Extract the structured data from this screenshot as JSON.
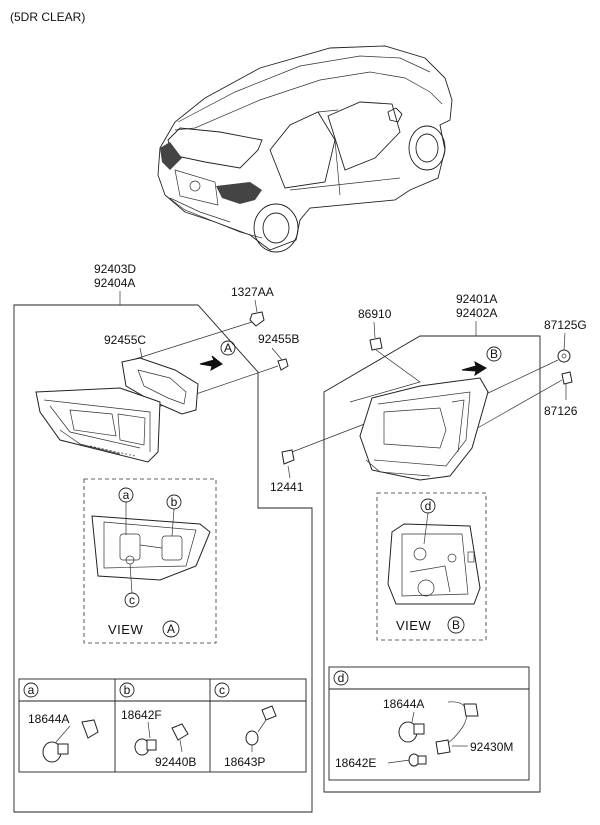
{
  "header": {
    "variant_note": "(5DR CLEAR)"
  },
  "left_assembly": {
    "part_numbers": [
      "92403D",
      "92404A"
    ],
    "callouts": {
      "screw_top": "1327AA",
      "gasket": "92455C",
      "nut": "92455B",
      "arrow_ref": "A"
    },
    "view_label": "VIEW",
    "view_ref": "A",
    "bulb_refs": [
      "a",
      "b",
      "c"
    ]
  },
  "right_assembly": {
    "part_numbers": [
      "92401A",
      "92402A"
    ],
    "callouts": {
      "clip": "86910",
      "grommet": "87125G",
      "retainer": "87126",
      "screw": "12441",
      "arrow_ref": "B"
    },
    "view_label": "VIEW",
    "view_ref": "B",
    "bulb_ref": "d"
  },
  "bulb_table_left": [
    {
      "ref": "a",
      "parts": [
        "18644A"
      ]
    },
    {
      "ref": "b",
      "parts": [
        "18642F",
        "92440B"
      ]
    },
    {
      "ref": "c",
      "parts": [
        "18643P"
      ]
    }
  ],
  "bulb_table_right": {
    "ref": "d",
    "parts": [
      "18644A",
      "92430M",
      "18642E"
    ]
  }
}
